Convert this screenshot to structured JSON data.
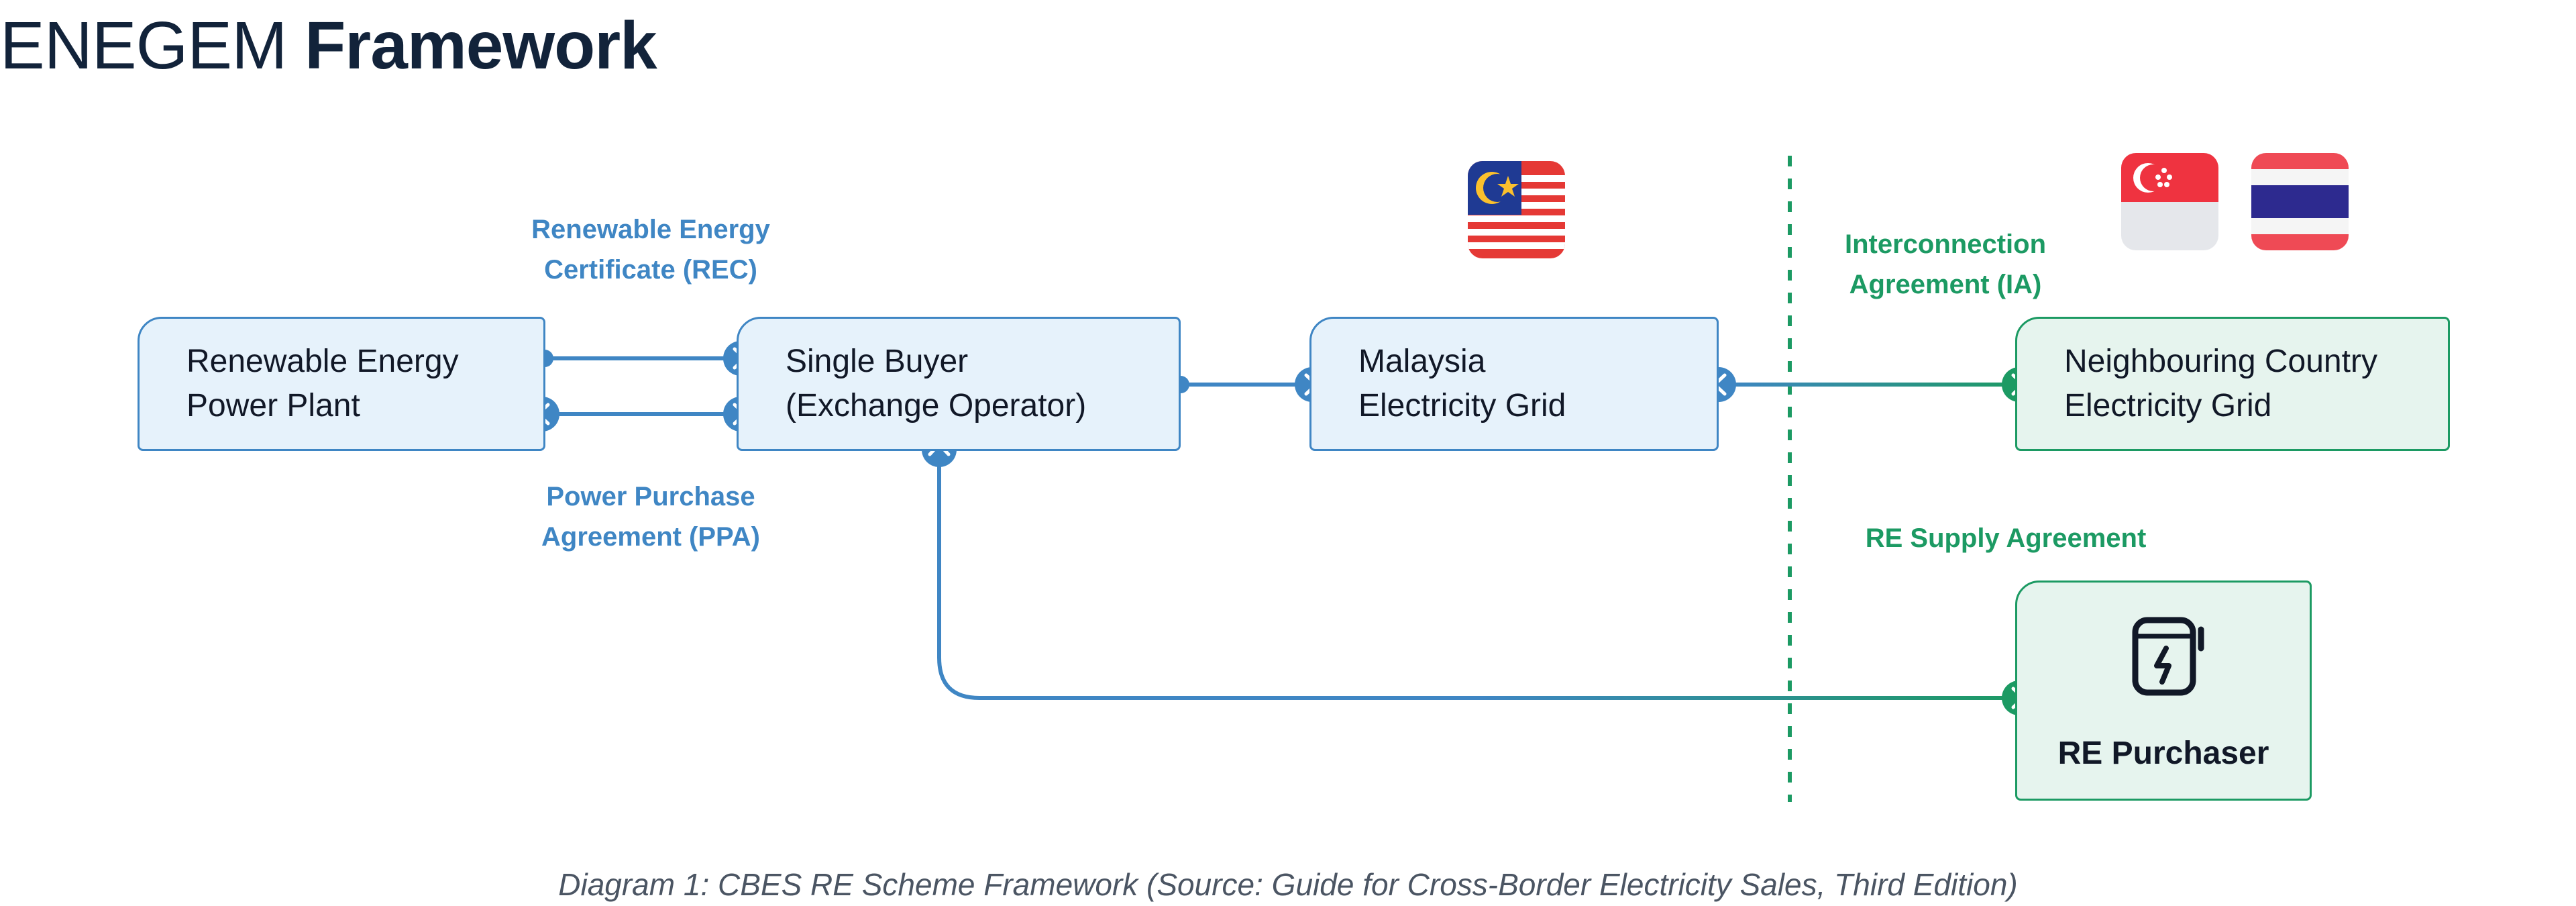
{
  "title": {
    "light": "ENEGEM",
    "bold": "Framework"
  },
  "nodes": {
    "re_plant": "Renewable Energy\nPower Plant",
    "single_buyer": "Single Buyer\n(Exchange Operator)",
    "malaysia_grid": "Malaysia\nElectricity Grid",
    "neighbour_grid": "Neighbouring Country\nElectricity Grid",
    "re_purchaser": "RE Purchaser"
  },
  "edge_labels": {
    "rec": "Renewable Energy\nCertificate (REC)",
    "ppa": "Power Purchase\nAgreement (PPA)",
    "ia": "Interconnection\nAgreement (IA)",
    "supply": "RE Supply Agreement"
  },
  "flags": [
    "malaysia-flag",
    "singapore-flag",
    "thailand-flag"
  ],
  "icons": {
    "purchaser": "ev-charger-icon"
  },
  "colors": {
    "blue": "#3f86c4",
    "green": "#1c9a63",
    "border_divider": "#1c9a63"
  },
  "caption": "Diagram 1: CBES RE Scheme Framework (Source: Guide for Cross-Border Electricity Sales, Third Edition)"
}
